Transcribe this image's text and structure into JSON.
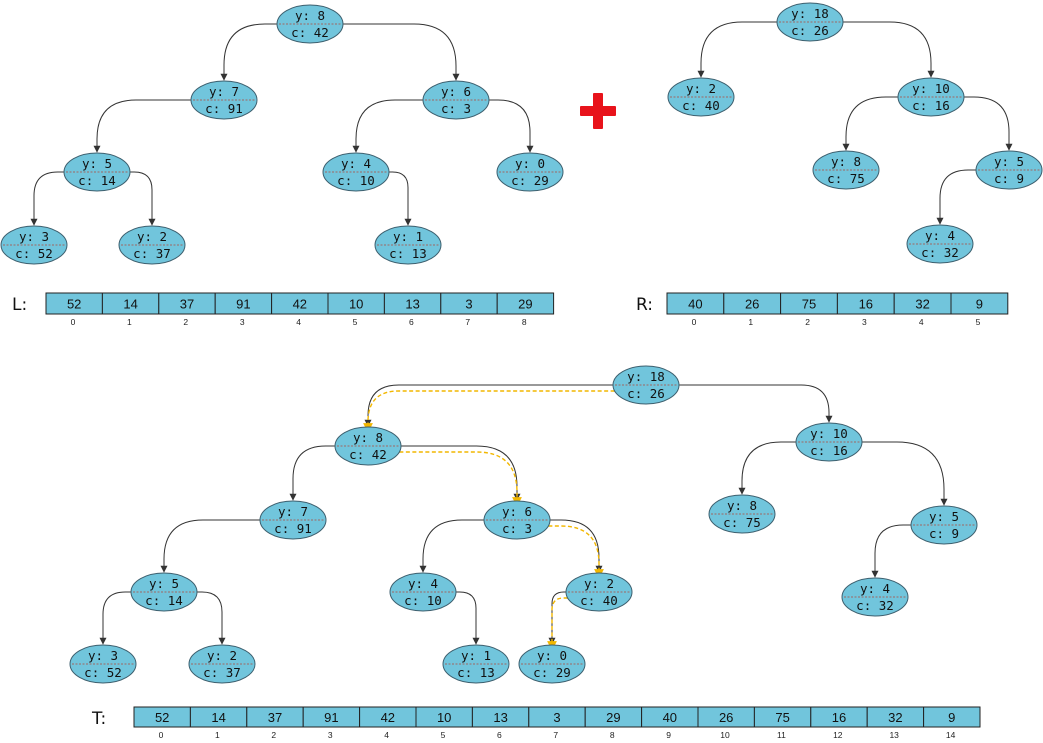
{
  "colors": {
    "node_fill": "#71c5dc",
    "cell_fill": "#71c5dc",
    "path_edge": "#f2b700",
    "plus_sign": "#e8131b"
  },
  "operator": {
    "symbol": "plus-icon"
  },
  "trees": {
    "left": {
      "nodes": [
        {
          "id": "L8",
          "y": "y: 8",
          "c": "c: 42"
        },
        {
          "id": "L7",
          "y": "y: 7",
          "c": "c: 91"
        },
        {
          "id": "L6",
          "y": "y: 6",
          "c": "c: 3"
        },
        {
          "id": "L5",
          "y": "y: 5",
          "c": "c: 14"
        },
        {
          "id": "L4",
          "y": "y: 4",
          "c": "c: 10"
        },
        {
          "id": "L0",
          "y": "y: 0",
          "c": "c: 29"
        },
        {
          "id": "L3",
          "y": "y: 3",
          "c": "c: 52"
        },
        {
          "id": "L2",
          "y": "y: 2",
          "c": "c: 37"
        },
        {
          "id": "L1",
          "y": "y: 1",
          "c": "c: 13"
        }
      ],
      "edges": [
        [
          "L8",
          "L7"
        ],
        [
          "L8",
          "L6"
        ],
        [
          "L7",
          "L5"
        ],
        [
          "L5",
          "L3"
        ],
        [
          "L5",
          "L2"
        ],
        [
          "L6",
          "L4"
        ],
        [
          "L6",
          "L0"
        ],
        [
          "L4",
          "L1"
        ]
      ]
    },
    "right": {
      "nodes": [
        {
          "id": "R18",
          "y": "y: 18",
          "c": "c: 26"
        },
        {
          "id": "R2",
          "y": "y: 2",
          "c": "c: 40"
        },
        {
          "id": "R10",
          "y": "y: 10",
          "c": "c: 16"
        },
        {
          "id": "R8",
          "y": "y: 8",
          "c": "c: 75"
        },
        {
          "id": "R5",
          "y": "y: 5",
          "c": "c: 9"
        },
        {
          "id": "R4",
          "y": "y: 4",
          "c": "c: 32"
        }
      ],
      "edges": [
        [
          "R18",
          "R2"
        ],
        [
          "R18",
          "R10"
        ],
        [
          "R10",
          "R8"
        ],
        [
          "R10",
          "R5"
        ],
        [
          "R5",
          "R4"
        ]
      ]
    },
    "merged": {
      "nodes": [
        {
          "id": "M18",
          "y": "y: 18",
          "c": "c: 26"
        },
        {
          "id": "M8",
          "y": "y: 8",
          "c": "c: 42"
        },
        {
          "id": "M10",
          "y": "y: 10",
          "c": "c: 16"
        },
        {
          "id": "M7",
          "y": "y: 7",
          "c": "c: 91"
        },
        {
          "id": "M6",
          "y": "y: 6",
          "c": "c: 3"
        },
        {
          "id": "MR8",
          "y": "y: 8",
          "c": "c: 75"
        },
        {
          "id": "MR5",
          "y": "y: 5",
          "c": "c: 9"
        },
        {
          "id": "M5",
          "y": "y: 5",
          "c": "c: 14"
        },
        {
          "id": "M4",
          "y": "y: 4",
          "c": "c: 10"
        },
        {
          "id": "M2",
          "y": "y: 2",
          "c": "c: 40"
        },
        {
          "id": "MR4",
          "y": "y: 4",
          "c": "c: 32"
        },
        {
          "id": "M3",
          "y": "y: 3",
          "c": "c: 52"
        },
        {
          "id": "ML2",
          "y": "y: 2",
          "c": "c: 37"
        },
        {
          "id": "M1",
          "y": "y: 1",
          "c": "c: 13"
        },
        {
          "id": "M0",
          "y": "y: 0",
          "c": "c: 29"
        }
      ],
      "edges": [
        [
          "M18",
          "M8"
        ],
        [
          "M18",
          "M10"
        ],
        [
          "M8",
          "M7"
        ],
        [
          "M8",
          "M6"
        ],
        [
          "M7",
          "M5"
        ],
        [
          "M5",
          "M3"
        ],
        [
          "M5",
          "ML2"
        ],
        [
          "M6",
          "M4"
        ],
        [
          "M6",
          "M2"
        ],
        [
          "M4",
          "M1"
        ],
        [
          "M2",
          "M0"
        ],
        [
          "M10",
          "MR8"
        ],
        [
          "M10",
          "MR5"
        ],
        [
          "MR5",
          "MR4"
        ]
      ],
      "merge_path": [
        [
          "M18",
          "M8"
        ],
        [
          "M8",
          "M6"
        ],
        [
          "M6",
          "M2"
        ],
        [
          "M2",
          "M0"
        ]
      ]
    }
  },
  "arrays": {
    "L": {
      "label": "L:",
      "values": [
        "52",
        "14",
        "37",
        "91",
        "42",
        "10",
        "13",
        "3",
        "29"
      ],
      "indices": [
        "0",
        "1",
        "2",
        "3",
        "4",
        "5",
        "6",
        "7",
        "8"
      ]
    },
    "R": {
      "label": "R:",
      "values": [
        "40",
        "26",
        "75",
        "16",
        "32",
        "9"
      ],
      "indices": [
        "0",
        "1",
        "2",
        "3",
        "4",
        "5"
      ]
    },
    "T": {
      "label": "T:",
      "values": [
        "52",
        "14",
        "37",
        "91",
        "42",
        "10",
        "13",
        "3",
        "29",
        "40",
        "26",
        "75",
        "16",
        "32",
        "9"
      ],
      "indices": [
        "0",
        "1",
        "2",
        "3",
        "4",
        "5",
        "6",
        "7",
        "8",
        "9",
        "10",
        "11",
        "12",
        "13",
        "14"
      ]
    }
  }
}
